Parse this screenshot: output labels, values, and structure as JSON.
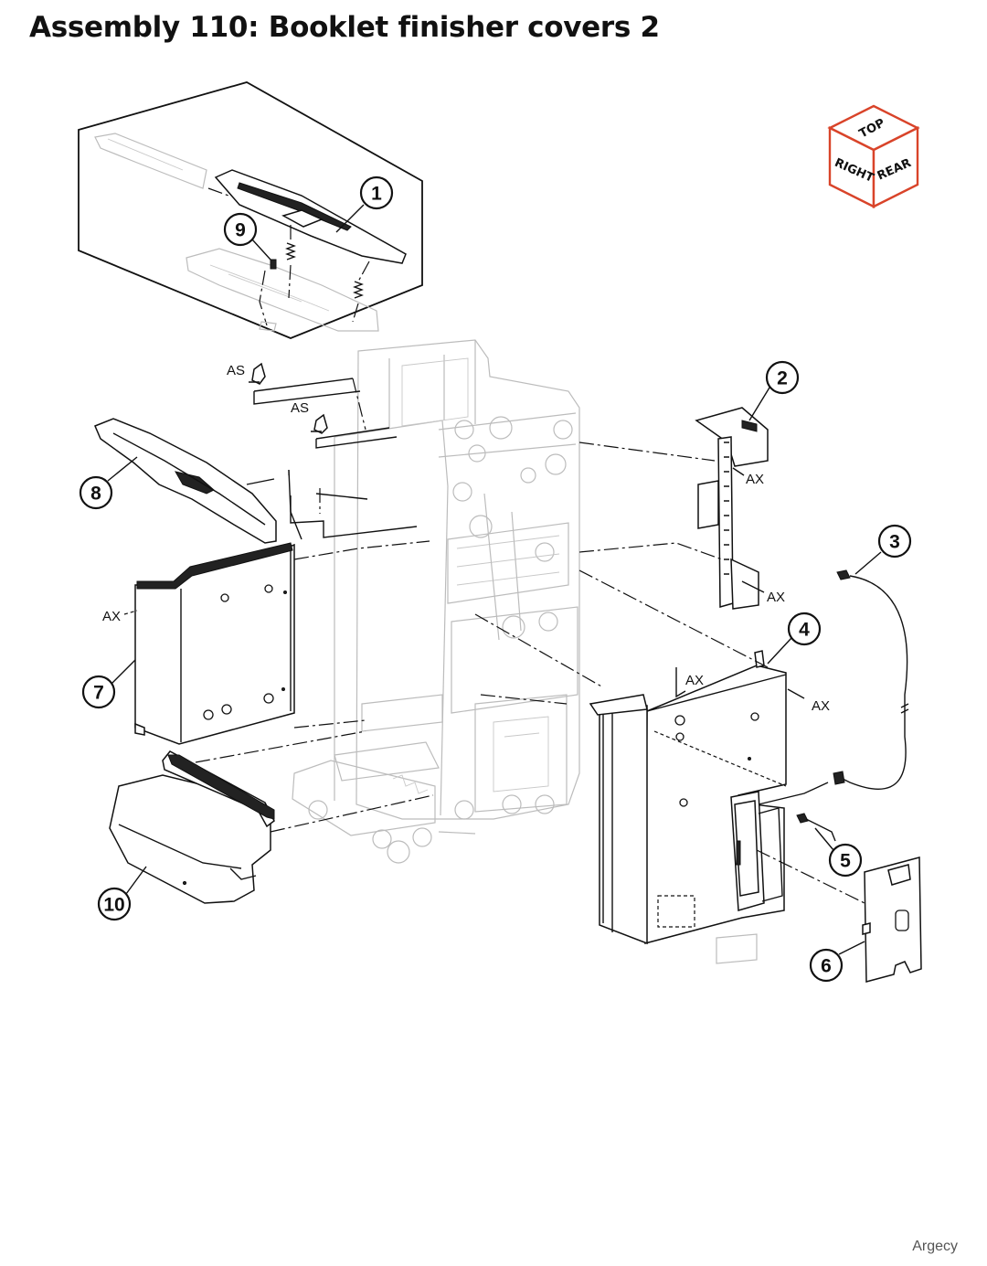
{
  "title": "Assembly 110: Booklet finisher covers 2",
  "orientation": {
    "top": "TOP",
    "right": "RIGHT",
    "rear": "REAR"
  },
  "callouts": [
    "1",
    "2",
    "3",
    "4",
    "5",
    "6",
    "7",
    "8",
    "9",
    "10"
  ],
  "refs": {
    "as": "AS",
    "ax": "AX"
  },
  "watermark": "Argecy",
  "colors": {
    "cube_edge": "#d9442a",
    "ghost": "#bcbcbc",
    "ink": "#111111"
  }
}
